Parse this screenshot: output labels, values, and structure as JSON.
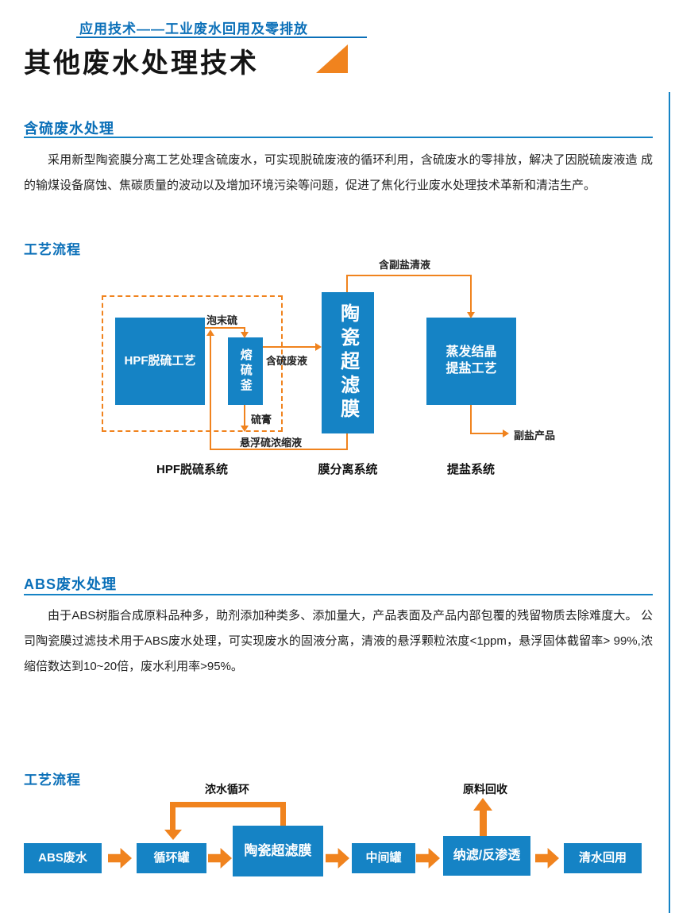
{
  "header": {
    "eyebrow": "应用技术——工业废水回用及零排放",
    "title": "其他废水处理技术"
  },
  "sulfur": {
    "heading": "含硫废水处理",
    "body": "采用新型陶瓷膜分离工艺处理含硫废水，可实现脱硫废液的循环利用，含硫废水的零排放，解决了因脱硫废液造 成的输煤设备腐蚀、焦碳质量的波动以及增加环境污染等问题，促进了焦化行业废水处理技术革新和清洁生产。",
    "flow_heading": "工艺流程",
    "flow": {
      "hpf_box": "HPF脱硫工艺",
      "melting_box": "熔硫釜",
      "membrane_box": "陶瓷超滤膜",
      "evap_line1": "蒸发结晶",
      "evap_line2": "提盐工艺",
      "label_foam_sulfur": "泡末硫",
      "label_sulfur_waste": "含硫废液",
      "label_sulfur_paste": "硫膏",
      "label_suspension": "悬浮硫浓缩液",
      "label_salt_liquid": "含副盐清液",
      "label_salt_product": "副盐产品",
      "caption_hpf": "HPF脱硫系统",
      "caption_membrane": "膜分离系统",
      "caption_salt": "提盐系统"
    }
  },
  "abs": {
    "heading": "ABS废水处理",
    "body": "由于ABS树脂合成原料品种多，助剂添加种类多、添加量大，产品表面及产品内部包覆的残留物质去除难度大。 公司陶瓷膜过滤技术用于ABS废水处理，可实现废水的固液分离，清液的悬浮颗粒浓度<1ppm，悬浮固体截留率> 99%,浓缩倍数达到10~20倍，废水利用率>95%。",
    "flow_heading": "工艺流程",
    "flow": {
      "boxes": [
        "ABS废水",
        "循环罐",
        "陶瓷超滤膜",
        "中间罐",
        "纳滤/反渗透",
        "清水回用"
      ],
      "label_concentrate_loop": "浓水循环",
      "label_material_recovery": "原料回收"
    }
  },
  "colors": {
    "box_blue": "#1583c5",
    "heading_blue": "#0a6fb8",
    "arrow_orange": "#f0831e"
  }
}
